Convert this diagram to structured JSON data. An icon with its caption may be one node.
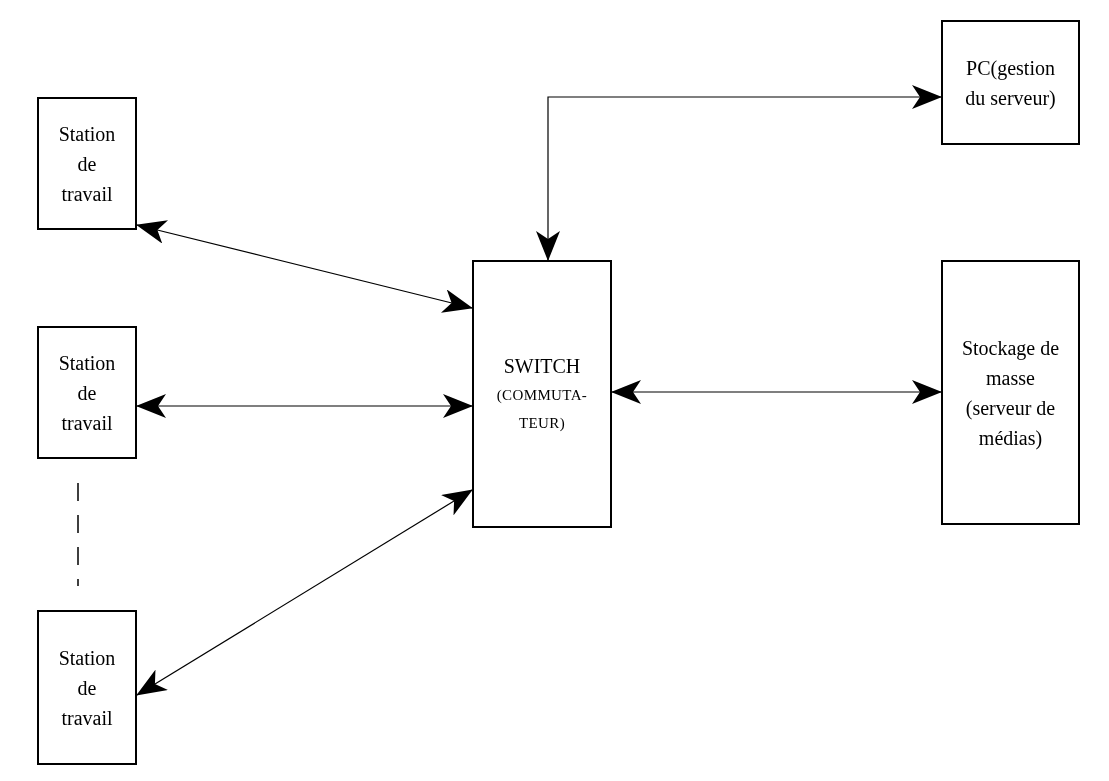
{
  "diagram": {
    "nodes": [
      {
        "text": [
          "Station de travail"
        ]
      },
      {
        "text": [
          "Station de travail"
        ]
      },
      {
        "text": [
          "Station de travail"
        ]
      },
      {
        "text": [
          "SWITCH",
          "(COMMUTA- TEUR)"
        ]
      },
      {
        "text": [
          "PC(gestion du serveur)"
        ]
      },
      {
        "text": [
          "Stockage de masse (serveur de médias)"
        ]
      }
    ],
    "edges": [
      {
        "from": 0,
        "to": 3,
        "arrow": "both"
      },
      {
        "from": 1,
        "to": 3,
        "arrow": "both"
      },
      {
        "from": 2,
        "to": 3,
        "arrow": "both"
      },
      {
        "from": 3,
        "to": 4,
        "arrow": "both"
      },
      {
        "from": 3,
        "to": 5,
        "arrow": "both"
      }
    ]
  }
}
